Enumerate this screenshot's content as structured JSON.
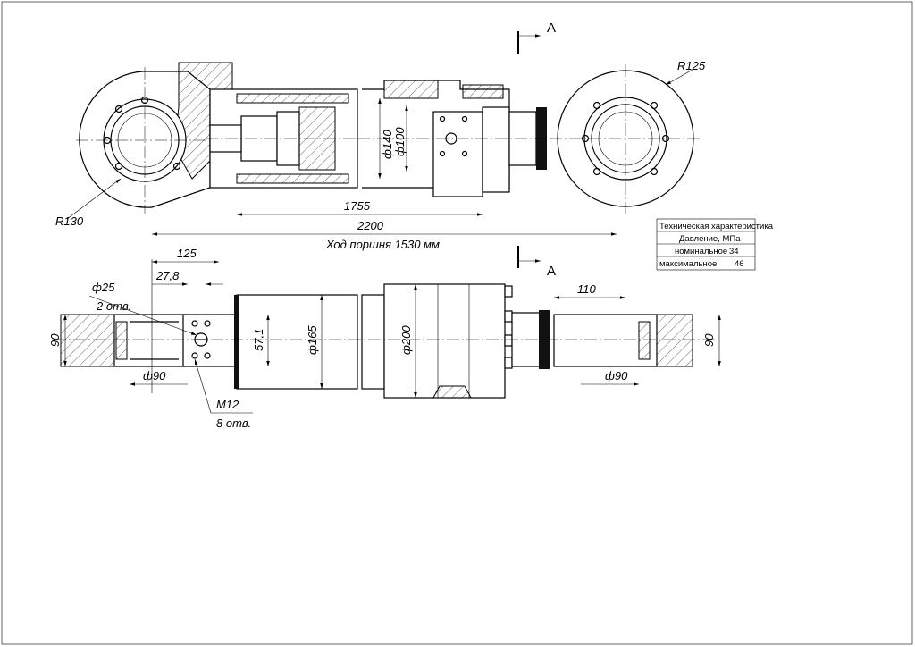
{
  "dimensions": {
    "r130": "R130",
    "r125": "R125",
    "d140": "ф140",
    "d100": "ф100",
    "len1755": "1755",
    "len2200": "2200",
    "stroke": "Ход поршня 1530 мм",
    "len125": "125",
    "len27_8": "27,8",
    "d25": "ф25",
    "holes2": "2 отв.",
    "h90_left": "90",
    "d90_left": "ф90",
    "m12": "M12",
    "holes8": "8 отв.",
    "len57_1": "57,1",
    "d165": "ф165",
    "d200": "ф200",
    "len110": "110",
    "h90_right": "90",
    "d90_right": "ф90"
  },
  "section": {
    "top_label": "A",
    "bottom_label": "A"
  },
  "spec_table": {
    "title": "Техническая характеристика",
    "header": "Давление, МПа",
    "rows": [
      {
        "label": "номинальное",
        "value": "34"
      },
      {
        "label": "максимальное",
        "value": "46"
      }
    ]
  }
}
